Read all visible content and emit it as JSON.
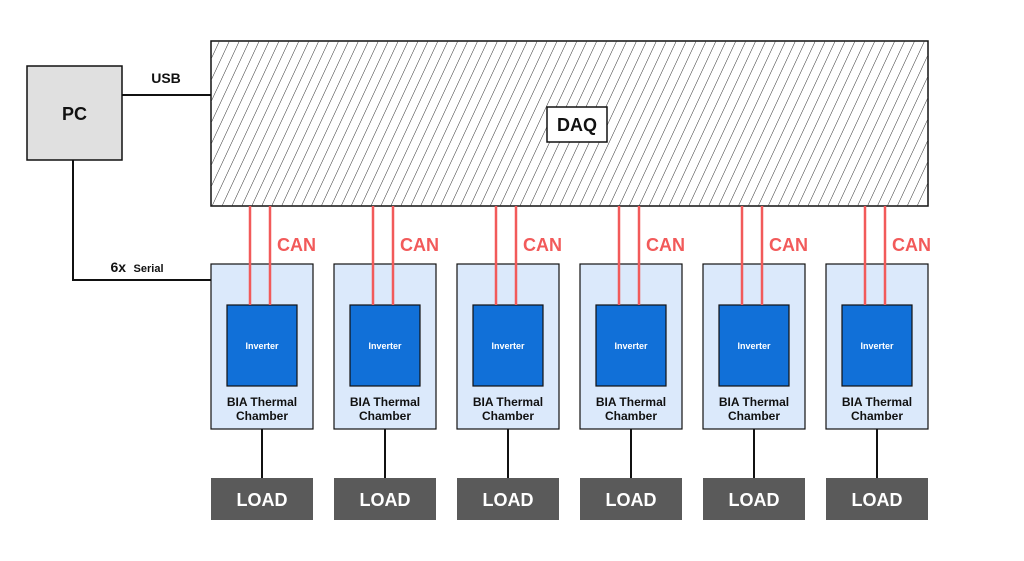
{
  "pc": {
    "label": "PC"
  },
  "daq": {
    "label": "DAQ"
  },
  "usb": {
    "label": "USB"
  },
  "serial": {
    "prefix": "6x",
    "label": "Serial"
  },
  "colors": {
    "can": "#f25a5a",
    "inverter": "#1170d8",
    "chamber_fill": "#dbe9fb",
    "load_fill": "#5a5a5a",
    "pc_fill": "#e0e0e0"
  },
  "stations": [
    {
      "can_label": "CAN",
      "inverter_label": "Inverter",
      "chamber_label_1": "BIA Thermal",
      "chamber_label_2": "Chamber",
      "load_label": "LOAD"
    },
    {
      "can_label": "CAN",
      "inverter_label": "Inverter",
      "chamber_label_1": "BIA Thermal",
      "chamber_label_2": "Chamber",
      "load_label": "LOAD"
    },
    {
      "can_label": "CAN",
      "inverter_label": "Inverter",
      "chamber_label_1": "BIA Thermal",
      "chamber_label_2": "Chamber",
      "load_label": "LOAD"
    },
    {
      "can_label": "CAN",
      "inverter_label": "Inverter",
      "chamber_label_1": "BIA Thermal",
      "chamber_label_2": "Chamber",
      "load_label": "LOAD"
    },
    {
      "can_label": "CAN",
      "inverter_label": "Inverter",
      "chamber_label_1": "BIA Thermal",
      "chamber_label_2": "Chamber",
      "load_label": "LOAD"
    },
    {
      "can_label": "CAN",
      "inverter_label": "Inverter",
      "chamber_label_1": "BIA Thermal",
      "chamber_label_2": "Chamber",
      "load_label": "LOAD"
    }
  ]
}
